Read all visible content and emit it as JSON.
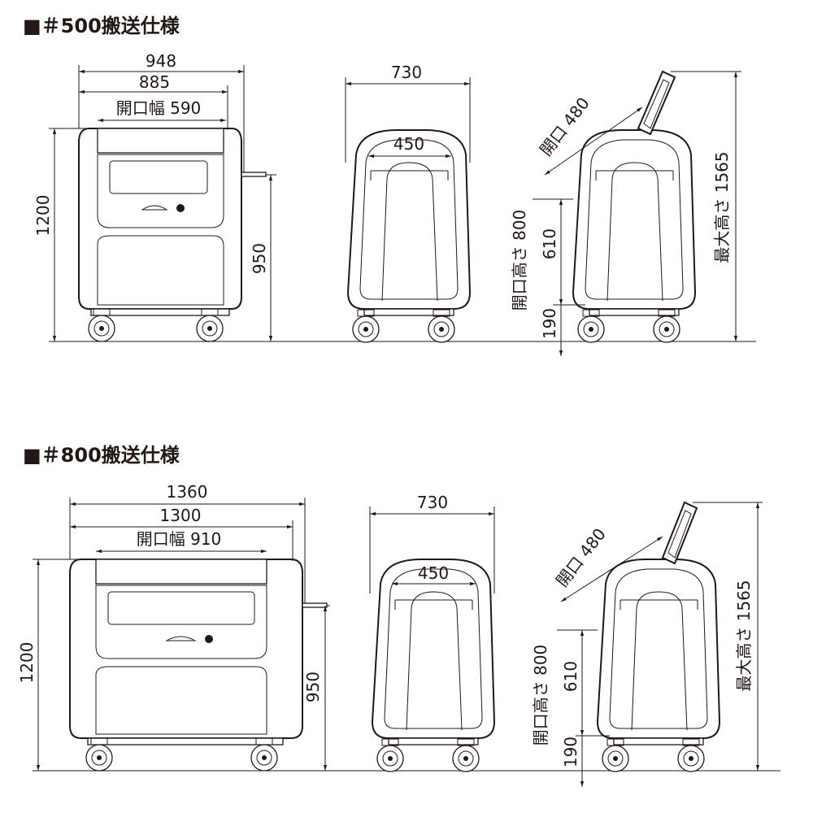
{
  "sections": [
    {
      "title": "■＃500搬送仕様",
      "front": {
        "width_outer": "948",
        "width_body": "885",
        "opening_width": "開口幅 590",
        "height": "1200",
        "handle_height": "950"
      },
      "side": {
        "depth": "730",
        "handle_width": "450"
      },
      "open": {
        "opening": "開口 480",
        "opening_height": "開口高さ 800",
        "upper": "610",
        "lower": "190",
        "max_height": "最大高さ 1565"
      }
    },
    {
      "title": "■＃800搬送仕様",
      "front": {
        "width_outer": "1360",
        "width_body": "1300",
        "opening_width": "開口幅 910",
        "height": "1200",
        "handle_height": "950"
      },
      "side": {
        "depth": "730",
        "handle_width": "450"
      },
      "open": {
        "opening": "開口 480",
        "opening_height": "開口高さ 800",
        "upper": "610",
        "lower": "190",
        "max_height": "最大高さ 1565"
      }
    }
  ]
}
